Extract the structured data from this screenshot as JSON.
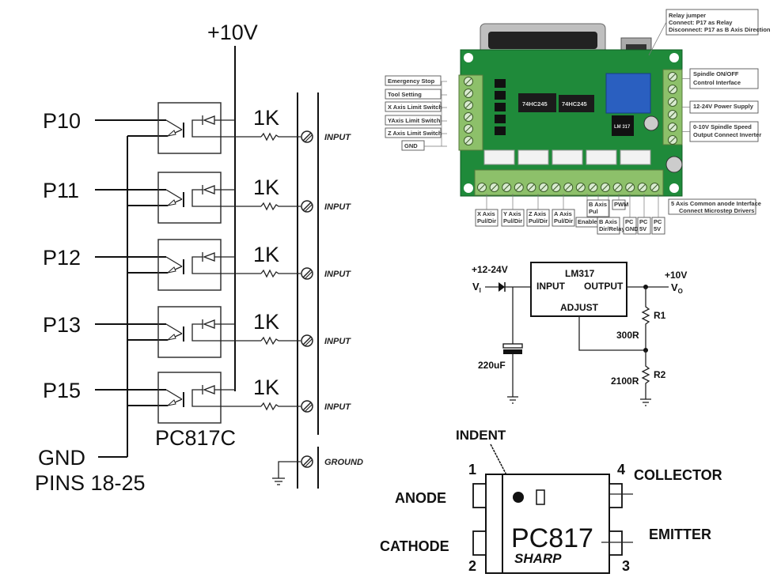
{
  "schematic": {
    "supply_label": "+10V",
    "inputs": [
      {
        "pin": "P10",
        "resistor": "1K",
        "terminal": "INPUT"
      },
      {
        "pin": "P11",
        "resistor": "1K",
        "terminal": "INPUT"
      },
      {
        "pin": "P12",
        "resistor": "1K",
        "terminal": "INPUT"
      },
      {
        "pin": "P13",
        "resistor": "1K",
        "terminal": "INPUT"
      },
      {
        "pin": "P15",
        "resistor": "1K",
        "terminal": "INPUT"
      }
    ],
    "optocoupler_label": "PC817C",
    "gnd_label": "GND",
    "gnd_pins_label": "PINS 18-25",
    "ground_terminal": "GROUND"
  },
  "board": {
    "relay_note": [
      "Relay jumper",
      "Connect: P17 as Relay",
      "Disconnect: P17 as B Axis Direction"
    ],
    "left_labels": [
      "Emergency Stop",
      "Tool Setting",
      "X Axis Limit Switch",
      "YAxis Limit Switch",
      "Z Axis Limit Switch",
      "GND"
    ],
    "right_labels": [
      [
        "Spindle ON/OFF",
        "Control Interface"
      ],
      [
        "12-24V Power Supply"
      ],
      [
        "0-10V Spindle Speed",
        "Output Connect Inverter"
      ]
    ],
    "chips": [
      "74HC245",
      "74HC245",
      "LM 317"
    ],
    "bottom_labels": [
      [
        "X Axis",
        "Pul/Dir"
      ],
      [
        "Y Axis",
        "Pul/Dir"
      ],
      [
        "Z Axis",
        "Pul/Dir"
      ],
      [
        "A Axis",
        "Pul/Dir"
      ],
      [
        "Enable"
      ],
      [
        "B Axis",
        "Pul"
      ],
      [
        "B Axis",
        "Dir/Relay"
      ],
      [
        "PWM"
      ],
      [
        "PC",
        "GND"
      ],
      [
        "PC",
        "5V"
      ],
      [
        "PC",
        "5V"
      ]
    ],
    "common_anode_note": [
      "5 Axis Common anode Interface",
      "Connect Microstep Drivers"
    ],
    "colors": {
      "pcb": "#1f8a3a",
      "terminal": "#8dc06a",
      "relay": "#2a5fc0"
    }
  },
  "regulator": {
    "input_voltage": "+12-24V",
    "vi_label": "V",
    "vi_sub": "I",
    "chip": "LM317",
    "input_pin": "INPUT",
    "output_pin": "OUTPUT",
    "adjust_pin": "ADJUST",
    "output_voltage": "+10V",
    "vo_label": "V",
    "vo_sub": "O",
    "capacitor": "220uF",
    "r1_name": "R1",
    "r1_value": "300R",
    "r2_name": "R2",
    "r2_value": "2100R"
  },
  "pinout": {
    "indent_label": "INDENT",
    "pins": [
      {
        "num": "1",
        "name": "ANODE"
      },
      {
        "num": "2",
        "name": "CATHODE"
      },
      {
        "num": "3",
        "name": "EMITTER"
      },
      {
        "num": "4",
        "name": "COLLECTOR"
      }
    ],
    "chip_label": "PC817",
    "brand": "SHARP"
  }
}
